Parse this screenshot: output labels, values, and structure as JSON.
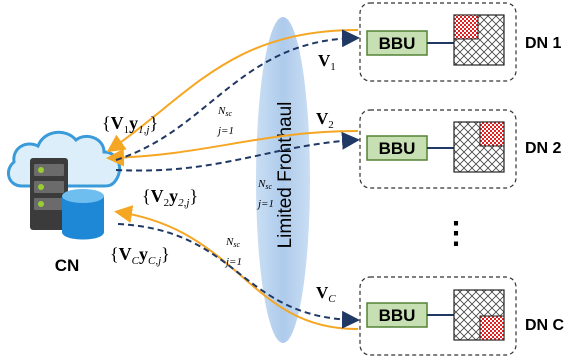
{
  "center_node": {
    "label": "CN"
  },
  "fronthaul": {
    "label": "Limited Fronthaul"
  },
  "distributed_nodes": [
    {
      "label": "DN 1",
      "bbu": "BBU",
      "precoder": {
        "bold": "V",
        "sub": "1"
      }
    },
    {
      "label": "DN 2",
      "bbu": "BBU",
      "precoder": {
        "bold": "V",
        "sub": "2"
      }
    },
    {
      "label": "DN C",
      "bbu": "BBU",
      "precoder": {
        "bold": "V",
        "sub": "C"
      }
    }
  ],
  "ellipsis": "⋮",
  "uplink_signals": [
    {
      "open": "{",
      "bold": "V",
      "sub1": "1",
      "bold2": "y",
      "sub2": "1,j",
      "close": "}",
      "lower": "j=1",
      "upper": "N",
      "upper_sub": "sc"
    },
    {
      "open": "{",
      "bold": "V",
      "sub1": "2",
      "bold2": "y",
      "sub2": "2,j",
      "close": "}",
      "lower": "j=1",
      "upper": "N",
      "upper_sub": "sc"
    },
    {
      "open": "{",
      "bold": "V",
      "sub1": "C",
      "bold2": "y",
      "sub2": "C,j",
      "close": "}",
      "lower": "j=1",
      "upper": "N",
      "upper_sub": "sc"
    }
  ],
  "colors": {
    "fronthaul_fill": "#b8d3ee",
    "bbu_fill": "#c6e0b4",
    "bbu_border": "#548235",
    "uplink_arrow": "#f5a623",
    "downlink_arrow": "#1f3864",
    "cloud_light": "#dbeefa",
    "cloud_dark": "#3a9bd8",
    "server_dark": "#3b3b3b",
    "server_led": "#9acd32",
    "db_blue": "#1e88d6",
    "checker_red": "#e02020"
  }
}
